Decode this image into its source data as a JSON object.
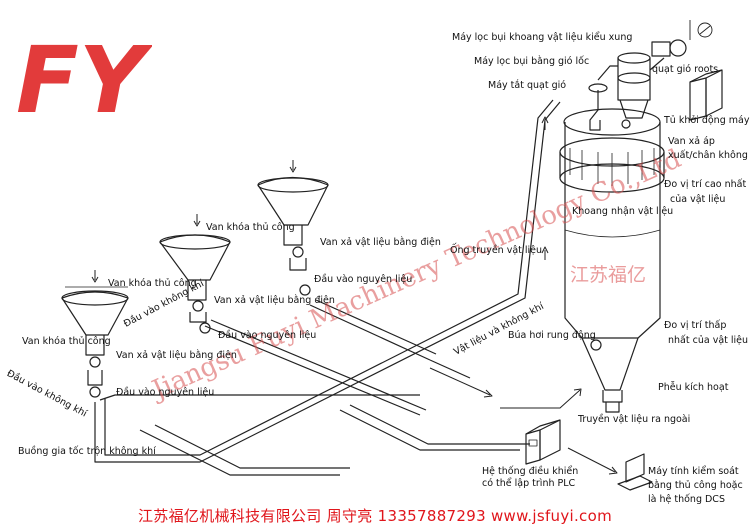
{
  "logo": {
    "text": "FY",
    "color": "#e23b3b"
  },
  "watermark": {
    "en": "Jiangsu Fuyi Machinery Technology Co.,Ltd",
    "cn": "江苏福亿"
  },
  "labels": {
    "pulse_filter": "Máy lọc bụi khoang vật liệu kiểu xung",
    "cyclone_filter": "Máy lọc bụi bằng gió lốc",
    "airlock": "Máy tắt quạt gió",
    "roots_fan": "quạt gió roots",
    "starter_cabinet": "Tủ khởi động máy",
    "pressure_valve_1": "Van xả áp",
    "pressure_valve_2": "xuất/chân không",
    "high_level_1": "Đo vị trí cao nhất",
    "high_level_2": "của vật liệu",
    "receiving_bin": "Khoang nhận vật liệu",
    "conveying_pipe": "Ống truyền vật liệu",
    "material_air": "Vật liệu và không khí",
    "vibrator": "Búa hơi rung động",
    "low_level_1": "Đo vị trí thấp",
    "low_level_2": "nhất của vật liệu",
    "hopper": "Phễu kích hoạt",
    "discharge": "Truyền vật liệu ra ngoài",
    "plc_1": "Hệ thống điều khiển",
    "plc_2": "có thể lập trình PLC",
    "dcs_1": "Máy tính kiểm soát",
    "dcs_2": "bằng thủ công hoặc",
    "dcs_3": "là hệ thống DCS",
    "manual_valve_3": "Van khóa thủ công",
    "electric_valve_3": "Van xả vật liệu bằng điện",
    "inlet_3": "Đầu vào nguyên liệu",
    "manual_valve_2": "Van khóa thủ công",
    "electric_valve_2": "Van xả vật liệu bằng điện",
    "inlet_2": "Đầu vào nguyên liệu",
    "air_inlet_2": "Đầu vào không khí",
    "manual_valve_1": "Van khóa thủ công",
    "electric_valve_1": "Van xả vật liệu bằng điện",
    "inlet_1": "Đầu vào nguyên liệu",
    "air_inlet_1": "Đầu vào không khí",
    "accel_chamber": "Buồng gia tốc trộn không khí"
  },
  "footer": "江苏福亿机械科技有限公司  周守亮  13357887293  www.jsfuyi.com"
}
